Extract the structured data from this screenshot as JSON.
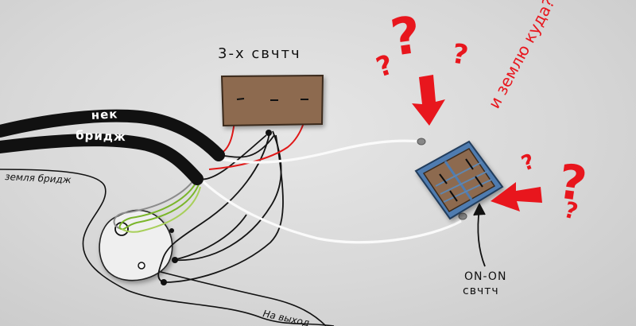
{
  "labels": {
    "switch3": "3-х свчтч",
    "neck": "нек",
    "bridge": "бридж",
    "bridge_ground": "земля бридж",
    "output": "На выход",
    "onon1": "ON-ON",
    "onon2": "свчтч",
    "where_ground": "и землю куда?",
    "q": "?"
  },
  "colors": {
    "wire_black": "#1a1a1a",
    "wire_red": "#e01818",
    "wire_green": "#7ab52a",
    "wire_white": "#fafafa",
    "wire_gray": "#8c8c8c",
    "switch_wood": "#8d6a4f",
    "onon_blue": "#4f7cb0",
    "annotation_red": "#e8161d"
  }
}
